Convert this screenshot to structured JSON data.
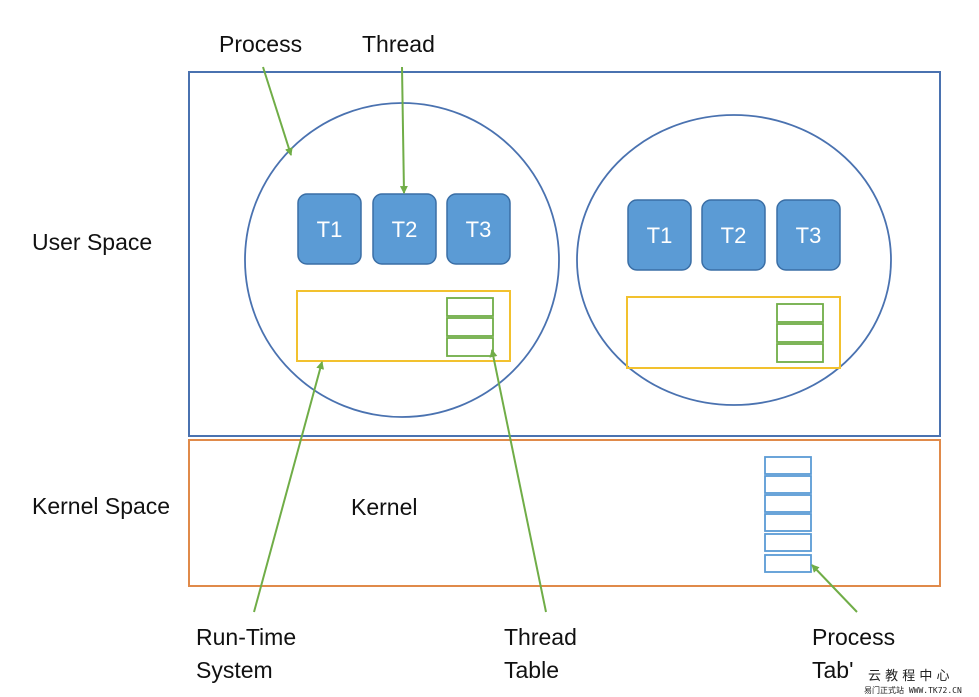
{
  "labels": {
    "process": "Process",
    "thread": "Thread",
    "user_space": "User Space",
    "kernel_space": "Kernel Space",
    "kernel": "Kernel",
    "runtime_line1": "Run-Time",
    "runtime_line2": "System",
    "thread_table_line1": "Thread",
    "thread_table_line2": "Table",
    "process_table_line1": "Process",
    "process_table_line2": "Tab'"
  },
  "processes": [
    {
      "threads": [
        "T1",
        "T2",
        "T3"
      ]
    },
    {
      "threads": [
        "T1",
        "T2",
        "T3"
      ]
    }
  ],
  "watermark": {
    "line1": "云 教 程 中 心",
    "line2": "易门正式站 WWW.TK72.CN"
  },
  "colors": {
    "user_space_border": "#4a72b0",
    "kernel_space_border": "#e08a4a",
    "thread_fill": "#5b9bd5",
    "thread_border": "#3a6ea5",
    "runtime_box": "#f2c12e",
    "thread_table": "#70ad47",
    "process_table": "#5b9bd5",
    "arrow": "#70ad47"
  }
}
